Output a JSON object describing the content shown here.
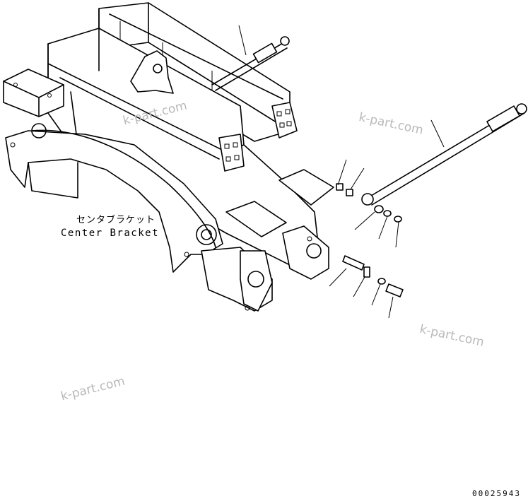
{
  "part_label": {
    "japanese": "センタブラケット",
    "english": "Center Bracket"
  },
  "watermarks": [
    "k-part.com",
    "k-part.com",
    "k-part.com",
    "k-part.com"
  ],
  "drawing_code": "00025943",
  "colors": {
    "line": "#000000",
    "watermark": "#b9b9b9",
    "background": "#ffffff"
  }
}
